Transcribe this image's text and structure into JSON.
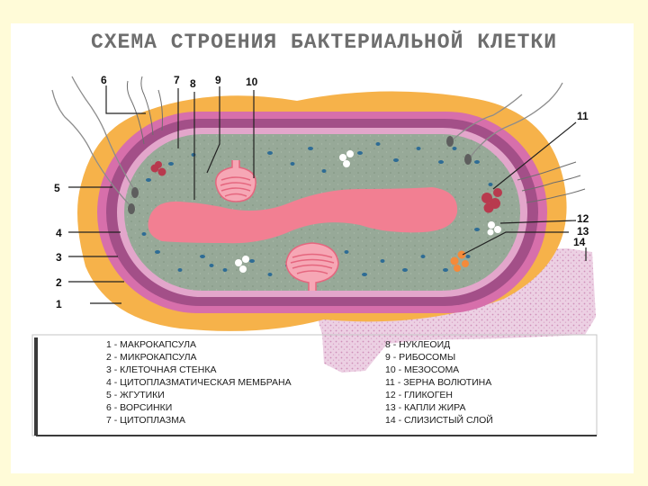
{
  "title": "СХЕМА СТРОЕНИЯ БАКТЕРИАЛЬНОЙ КЛЕТКИ",
  "colors": {
    "page_border": "#fffbd8",
    "macrocapsule": "#f6b24a",
    "microcapsule": "#d36aa6",
    "cell_wall": "#a04d86",
    "membrane": "#e2a3c8",
    "cytoplasm": "#93a693",
    "nucleoid": "#f07b8e",
    "ribosomes": "#2b6a93",
    "slime_layer": "#eac9e0"
  },
  "numbers": [
    "1",
    "2",
    "3",
    "4",
    "5",
    "6",
    "7",
    "8",
    "9",
    "10",
    "11",
    "12",
    "13",
    "14"
  ],
  "legend_left": [
    "1 - МАКРОКАПСУЛА",
    "2 - МИКРОКАПСУЛА",
    "3 - КЛЕТОЧНАЯ СТЕНКА",
    "4 - ЦИТОПЛАЗМАТИЧЕСКАЯ МЕМБРАНА",
    "5 - ЖГУТИКИ",
    "6 - ВОРСИНКИ",
    "7 - ЦИТОПЛАЗМА"
  ],
  "legend_right": [
    "8 - НУКЛЕОИД",
    "9 - РИБОСОМЫ",
    "10 - МЕЗОСОМА",
    "11 - ЗЕРНА ВОЛЮТИНА",
    "12 - ГЛИКОГЕН",
    "13 - КАПЛИ ЖИРА",
    "14 - СЛИЗИСТЫЙ СЛОЙ"
  ]
}
